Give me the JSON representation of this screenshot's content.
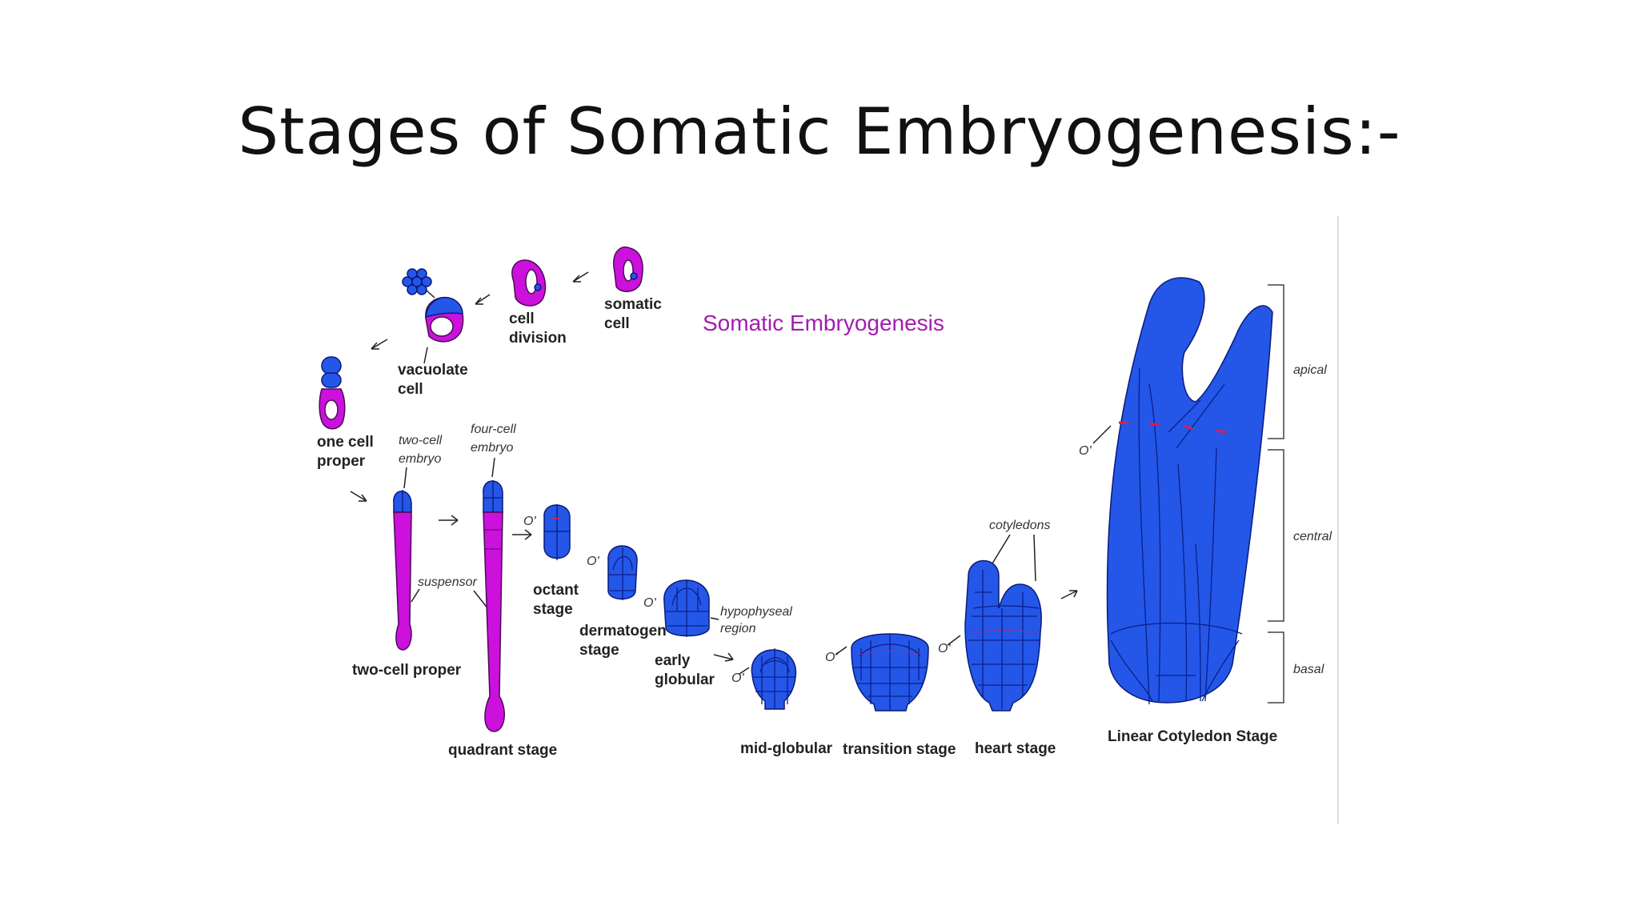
{
  "slide": {
    "title": "Stages of Somatic Embryogenesis:-"
  },
  "figure": {
    "heading": "Somatic Embryogenesis",
    "labels": {
      "somatic_cell_1": "somatic",
      "somatic_cell_2": "cell",
      "cell_division_1": "cell",
      "cell_division_2": "division",
      "vacuolate_1": "vacuolate",
      "vacuolate_2": "cell",
      "one_cell_1": "one cell",
      "one_cell_2": "proper",
      "two_cell_embryo_1": "two-cell",
      "two_cell_embryo_2": "embryo",
      "four_cell_embryo_1": "four-cell",
      "four_cell_embryo_2": "embryo",
      "suspensor": "suspensor",
      "two_cell_proper": "two-cell proper",
      "quadrant": "quadrant stage",
      "octant_1": "octant",
      "octant_2": "stage",
      "dermatogen_1": "dermatogen",
      "dermatogen_2": "stage",
      "hypophyseal_1": "hypophyseal",
      "hypophyseal_2": "region",
      "early_globular_1": "early",
      "early_globular_2": "globular",
      "mid_globular": "mid-globular",
      "transition": "transition stage",
      "cotyledons": "cotyledons",
      "heart": "heart stage",
      "linear_cotyledon": "Linear Cotyledon Stage",
      "apical": "apical",
      "central": "central",
      "basal": "basal",
      "o_prime": "O'"
    },
    "colors": {
      "embryo_blue": "#2457e8",
      "suspensor_magenta": "#cc11dd",
      "heading_purple": "#a21caf",
      "marker_red": "#e11d48"
    }
  }
}
